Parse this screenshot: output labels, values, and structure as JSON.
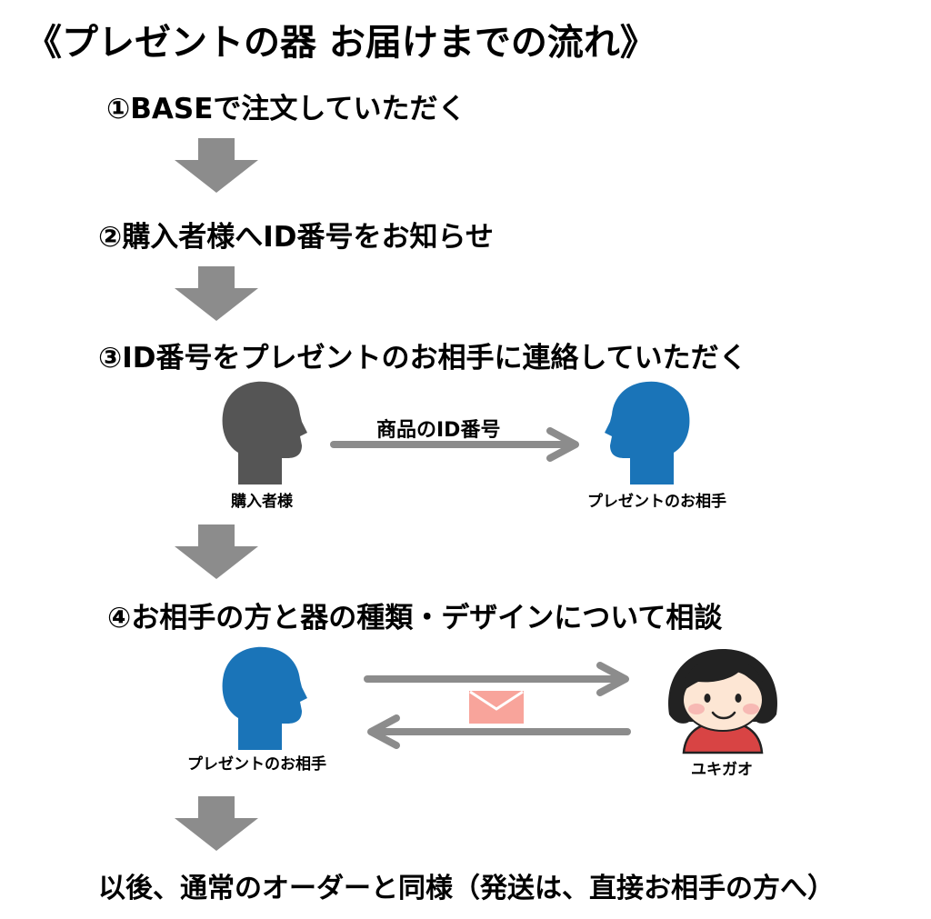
{
  "title": "《プレゼントの器 お届けまでの流れ》",
  "steps": {
    "s1": "①BASEで注文していただく",
    "s2": "②購入者様へID番号をお知らせ",
    "s3": "③ID番号をプレゼントのお相手に連絡していただく",
    "s4": "④お相手の方と器の種類・デザインについて相談",
    "s5": "以後、通常のオーダーと同様（発送は、直接お相手の方へ）"
  },
  "diagram3": {
    "buyer_label": "購入者様",
    "recipient_label": "プレゼントのお相手",
    "arrow_label": "商品のID番号"
  },
  "diagram4": {
    "recipient_label": "プレゼントのお相手",
    "maker_label": "ユキガオ"
  },
  "colors": {
    "arrow_gray": "#8c8c8c",
    "buyer_head": "#555555",
    "recipient_head": "#1a74b8",
    "envelope": "#f8a49b",
    "maker_shirt": "#d84444",
    "maker_hair": "#222222",
    "maker_face": "#fde6d4"
  },
  "icons": [
    "down-arrow-icon",
    "right-arrow-icon",
    "left-arrow-icon",
    "person-head-icon",
    "envelope-icon",
    "avatar-icon"
  ]
}
